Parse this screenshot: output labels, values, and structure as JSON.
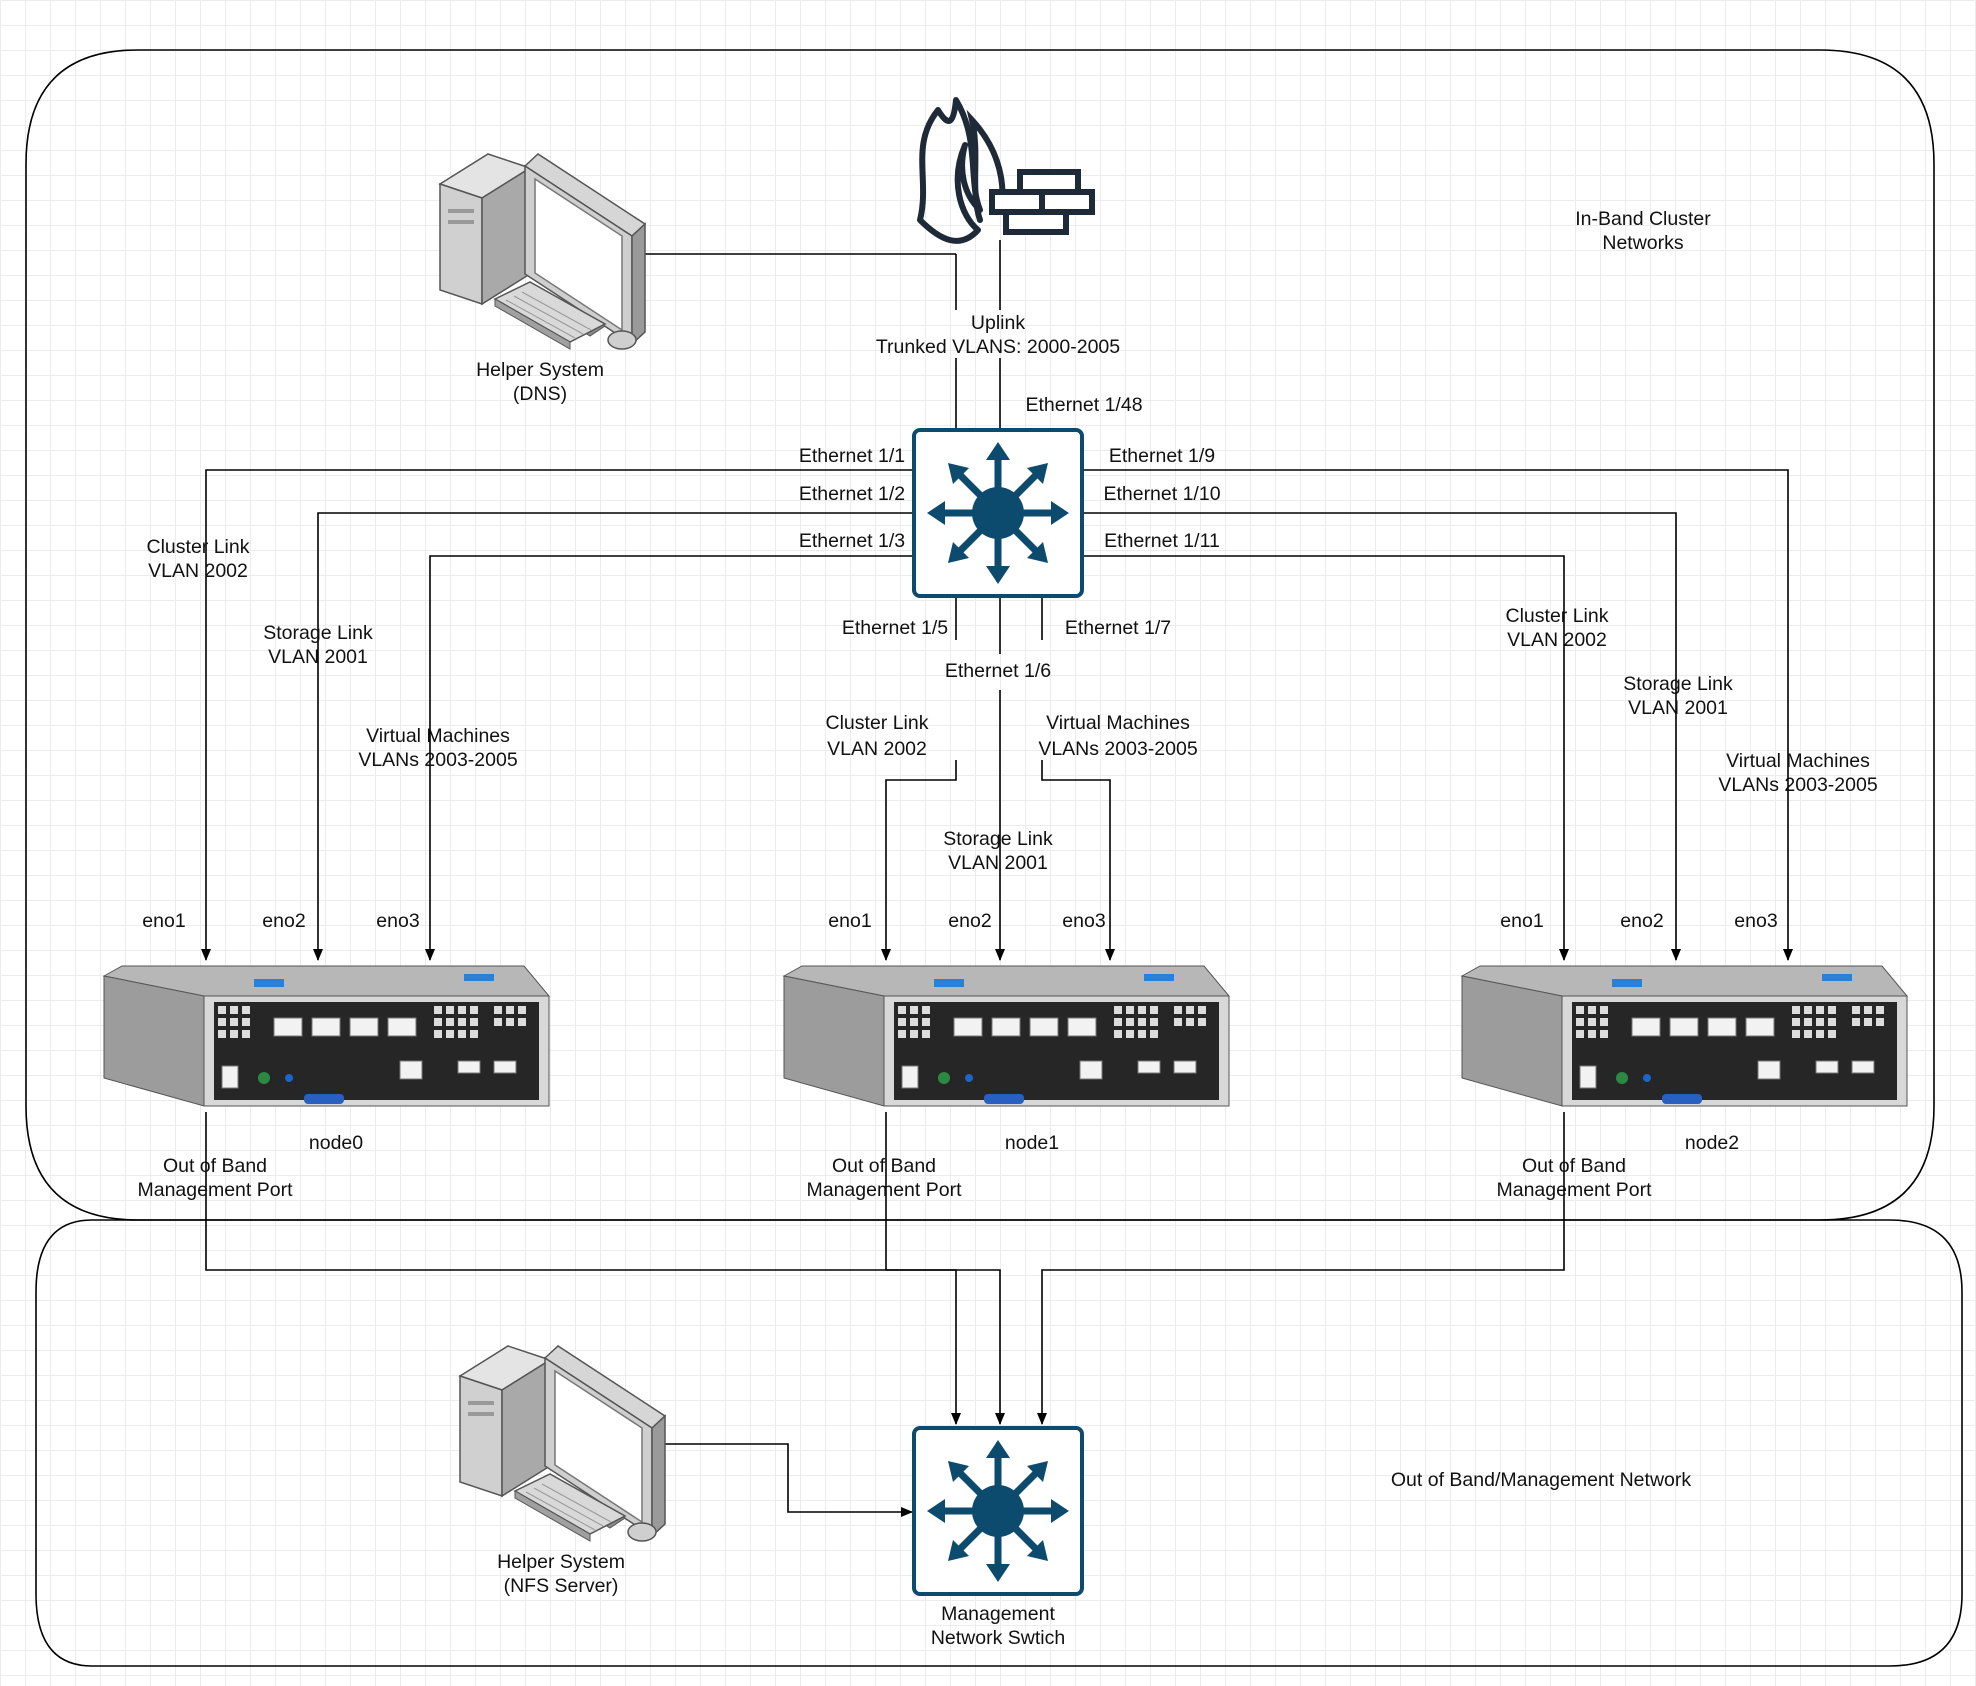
{
  "zones": {
    "inband": {
      "label_line1": "In-Band Cluster",
      "label_line2": "Networks"
    },
    "oob": {
      "label": "Out of Band/Management Network"
    }
  },
  "helpers": {
    "dns": {
      "line1": "Helper System",
      "line2": "(DNS)"
    },
    "nfs": {
      "line1": "Helper System",
      "line2": "(NFS Server)"
    }
  },
  "uplink": {
    "line1": "Uplink",
    "line2": "Trunked VLANS: 2000-2005",
    "port": "Ethernet 1/48"
  },
  "switch_ports": {
    "e1_1": "Ethernet 1/1",
    "e1_2": "Ethernet 1/2",
    "e1_3": "Ethernet 1/3",
    "e1_5": "Ethernet 1/5",
    "e1_6": "Ethernet 1/6",
    "e1_7": "Ethernet 1/7",
    "e1_9": "Ethernet 1/9",
    "e1_10": "Ethernet 1/10",
    "e1_11": "Ethernet 1/11"
  },
  "links": {
    "cluster": {
      "line1": "Cluster Link",
      "line2": "VLAN 2002"
    },
    "storage": {
      "line1": "Storage Link",
      "line2": "VLAN 2001"
    },
    "vm": {
      "line1": "Virtual Machines",
      "line2": "VLANs 2003-2005"
    }
  },
  "nics": {
    "eno1": "eno1",
    "eno2": "eno2",
    "eno3": "eno3"
  },
  "nodes": [
    "node0",
    "node1",
    "node2"
  ],
  "oob_port": {
    "line1": "Out of Band",
    "line2": "Management Port"
  },
  "mgmt_switch": {
    "line1": "Management",
    "line2": "Network Swtich"
  },
  "icons": [
    "firewall-icon",
    "desktop-computer-icon",
    "network-switch-icon",
    "server-node-icon"
  ],
  "colors": {
    "switch": "#0c4a6e",
    "line": "#000000",
    "zone_border": "#000000"
  }
}
